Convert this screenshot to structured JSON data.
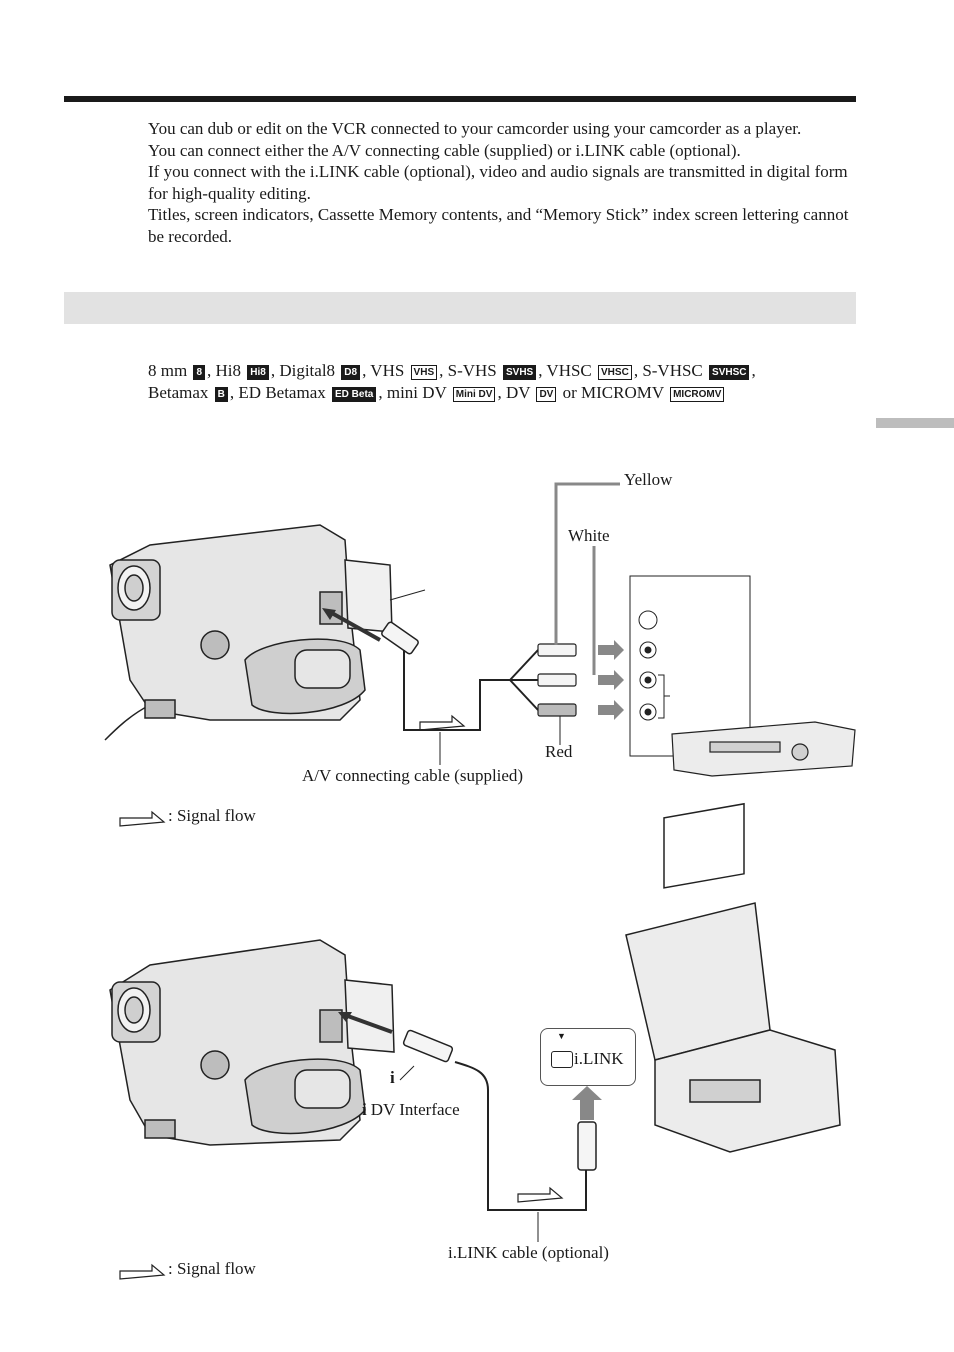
{
  "intro": {
    "p1": "You can dub or edit on the VCR connected to your camcorder using your camcorder as a player.",
    "p2": "You can connect either the A/V connecting cable (supplied) or i.LINK cable (optional).",
    "p3": "If you connect with the i.LINK cable (optional), video and audio signals are transmitted in digital form for high-quality editing.",
    "p4": "Titles, screen indicators, Cassette Memory contents, and “Memory Stick” index screen lettering cannot be recorded."
  },
  "formats": {
    "t1": "8 mm ",
    "t2": ", Hi8 ",
    "t3": ", Digital8 ",
    "t4": ", VHS ",
    "t5": ", S-VHS ",
    "t6": ", VHSC ",
    "t7": ", S-VHSC ",
    "t8": ",",
    "t9": "Betamax ",
    "t10": ", ED Betamax ",
    "t11": ", mini DV ",
    "t12": ", DV ",
    "t13": " or MICROMV ",
    "logos": {
      "mm8": "8",
      "hi8": "Hi8",
      "d8": "D8",
      "vhs": "VHS",
      "svhs": "SVHS",
      "vhsc": "VHSC",
      "svhsc": "SVHSC",
      "beta": "B",
      "edbeta": "ED Beta",
      "minidv": "Mini DV",
      "dv": "DV",
      "micromv": "MICROMV"
    }
  },
  "figure1": {
    "yellow": "Yellow",
    "white": "White",
    "red": "Red",
    "cable": "A/V connecting cable (supplied)",
    "signal_flow": ": Signal flow"
  },
  "figure2": {
    "ilink": "i.LINK",
    "dv_interface": "DV Interface",
    "cable": "i.LINK cable (optional)",
    "signal_flow": ": Signal flow"
  }
}
